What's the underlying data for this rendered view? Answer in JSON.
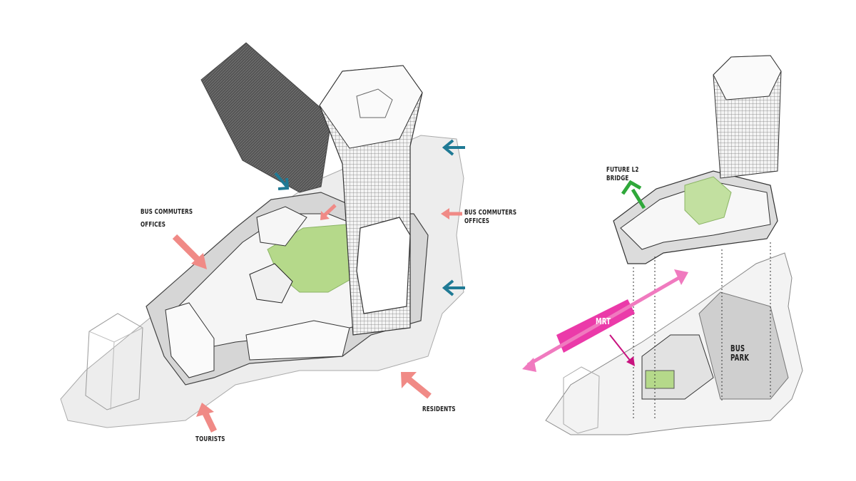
{
  "labels": {
    "bus_commuters_left": [
      "BUS COMMUTERS",
      "OFFICES"
    ],
    "bus_commuters_right": [
      "BUS COMMUTERS",
      "OFFICES"
    ],
    "tourists": "TOURISTS",
    "residents": "RESIDENTS",
    "future_bridge": [
      "FUTURE L2",
      "BRIDGE"
    ],
    "mrt": "MRT",
    "bus_park": [
      "BUS",
      "PARK"
    ]
  },
  "colors": {
    "pedestrian_arrow": "#f08a86",
    "commuter_arrow": "#1f7a95",
    "bridge_arrow": "#2fa83a",
    "mrt": "#e8179a",
    "garden": "#b5d98a",
    "shadow": "#5a5a5a",
    "ground": "#ececec"
  }
}
